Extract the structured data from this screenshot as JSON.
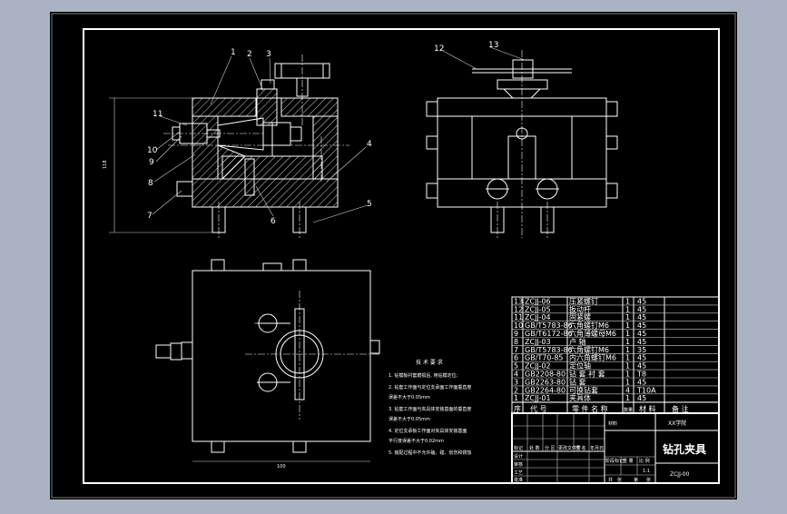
{
  "part_labels": [
    "1",
    "2",
    "3",
    "4",
    "5",
    "6",
    "7",
    "8",
    "9",
    "10",
    "11",
    "12",
    "13"
  ],
  "tech_requirements": {
    "heading": "技 术 要 求",
    "items": [
      "1. 钻模板衬套磨损后, 用钻模定位;",
      "2. 钻套工作面与定位支承面工作面垂直度",
      "误差不大于0.05mm",
      "3. 钻套工作面与夹具体安装基面的垂直度",
      "误差不大于0.05mm",
      "4. 定位支承板工作面对夹具体安装基面",
      "平行度误差不大于0.02mm",
      "5. 装配过程中不允许磕、碰、划伤和锈蚀"
    ]
  },
  "bom": {
    "rows": [
      {
        "no": "13",
        "code": "ZCJJ-06",
        "name": "压紧螺钉",
        "qty": "1",
        "mat": "45"
      },
      {
        "no": "12",
        "code": "ZCJJ-05",
        "name": "扳动杆",
        "qty": "1",
        "mat": "45"
      },
      {
        "no": "11",
        "code": "ZCJJ-04",
        "name": "固紧螺",
        "qty": "1",
        "mat": "45"
      },
      {
        "no": "10",
        "code": "GB/T5783-86",
        "name": "六角螺钉M6",
        "qty": "1",
        "mat": "45"
      },
      {
        "no": "9",
        "code": "GB/T6172-86",
        "name": "六角薄螺母M6",
        "qty": "1",
        "mat": "45"
      },
      {
        "no": "8",
        "code": "ZCJJ-03",
        "name": "卢 轴",
        "qty": "1",
        "mat": "45"
      },
      {
        "no": "7",
        "code": "GB/T5783-86",
        "name": "六角螺钉M6",
        "qty": "1",
        "mat": "35"
      },
      {
        "no": "6",
        "code": "GB/T70-85",
        "name": "内六角螺钉M6",
        "qty": "1",
        "mat": "45"
      },
      {
        "no": "5",
        "code": "ZCJJ-02",
        "name": "定位轴",
        "qty": "1",
        "mat": "45"
      },
      {
        "no": "4",
        "code": "GB2208-80",
        "name": "钻 套 衬 套",
        "qty": "1",
        "mat": "T8"
      },
      {
        "no": "3",
        "code": "GB2263-80",
        "name": "钻 套",
        "qty": "1",
        "mat": "45"
      },
      {
        "no": "2",
        "code": "GB2264-80",
        "name": "可换钻套",
        "qty": "4",
        "mat": "T10A"
      },
      {
        "no": "1",
        "code": "ZCJJ-01",
        "name": "夹具体",
        "qty": "1",
        "mat": "45"
      }
    ],
    "headers": [
      "序",
      "代 号",
      "零 件 名 称",
      "数量",
      "材 料",
      "备 注"
    ]
  },
  "title_block": {
    "school": "XX学院",
    "material_label": "材料",
    "drawing_title": "钻孔夹具",
    "drawing_code": "ZCJJ-00",
    "fields_left": [
      "标记",
      "处 数",
      "分 区",
      "更改文件号",
      "签 名",
      "年月日"
    ],
    "fields_role": [
      "设计",
      "审核",
      "工艺",
      "批准"
    ],
    "fields_right": [
      "阶段标记",
      "重 量",
      "比 例"
    ],
    "scale": "1:1",
    "sheet_info": [
      "共",
      "张",
      "第",
      "张"
    ]
  },
  "dimensions": {
    "height": "118",
    "width": "100"
  },
  "colors": {
    "background": "#000000",
    "line": "#ffffff",
    "frame_bg": "#a9b3c3"
  }
}
